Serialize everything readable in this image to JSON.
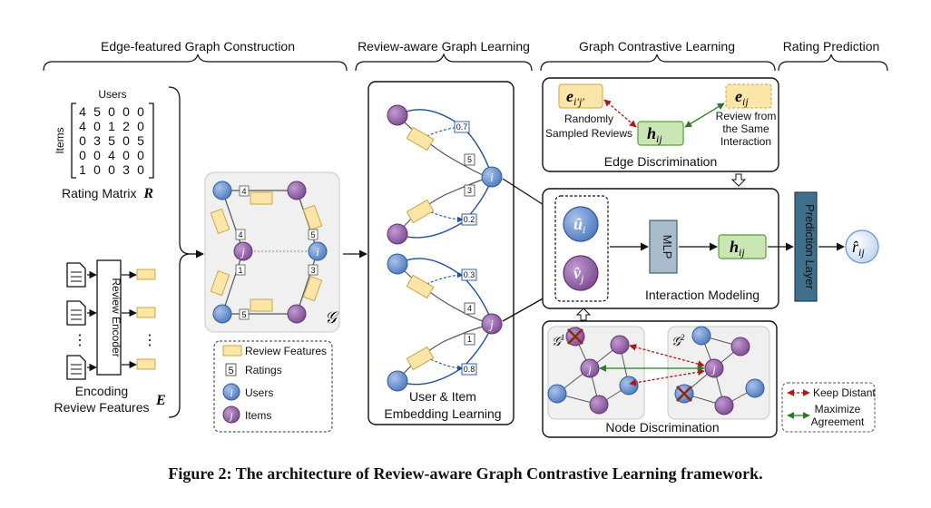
{
  "sections": {
    "construction": "Edge-featured Graph Construction",
    "graph_learning": "Review-aware Graph Learning",
    "contrastive": "Graph Contrastive Learning",
    "rating": "Rating Prediction"
  },
  "rating_matrix": {
    "users_label": "Users",
    "items_label": "Items",
    "rows": [
      [
        "4",
        "5",
        "0",
        "0",
        "0"
      ],
      [
        "4",
        "0",
        "1",
        "2",
        "0"
      ],
      [
        "0",
        "3",
        "5",
        "0",
        "5"
      ],
      [
        "0",
        "0",
        "4",
        "0",
        "0"
      ],
      [
        "1",
        "0",
        "0",
        "3",
        "0"
      ]
    ],
    "caption_text": "Rating Matrix",
    "caption_symbol": "R"
  },
  "encoder": {
    "label": "Review Encoder",
    "dots": "⋮",
    "caption_line1": "Encoding",
    "caption_line2": "Review Features",
    "caption_symbol": "E"
  },
  "graph": {
    "symbol": "𝒢",
    "node_i": "i",
    "node_j": "j",
    "ratings": [
      "4",
      "4",
      "1",
      "5",
      "5",
      "3"
    ]
  },
  "legend1": {
    "review_features": "Review Features",
    "ratings_sample": "5",
    "ratings": "Ratings",
    "users_symbol": "i",
    "users": "Users",
    "items_symbol": "j",
    "items": "Items"
  },
  "embedding": {
    "weights_top": [
      "0.7",
      "5",
      "3",
      "0.2"
    ],
    "weights_bottom": [
      "0.3",
      "4",
      "1",
      "0.8"
    ],
    "node_i": "i",
    "node_j": "j",
    "caption_line1": "User & Item",
    "caption_line2": "Embedding Learning"
  },
  "edge_discrimination": {
    "e_neg": "e",
    "e_neg_sub": "i′j′",
    "e_pos": "e",
    "e_pos_sub": "ij",
    "h": "h",
    "h_sub": "ij",
    "neg_line1": "Randomly",
    "neg_line2": "Sampled Reviews",
    "pos_line1": "Review from",
    "pos_line2": "the Same",
    "pos_line3": "Interaction",
    "title": "Edge Discrimination"
  },
  "interaction": {
    "u_hat": "û",
    "u_sub": "i",
    "v_hat": "v̂",
    "v_sub": "j",
    "mlp": "MLP",
    "h": "h",
    "h_sub": "ij",
    "title": "Interaction Modeling"
  },
  "prediction": {
    "layer": "Prediction Layer",
    "r_hat": "r̂",
    "r_sub": "ij"
  },
  "node_discrimination": {
    "g1": "𝒢",
    "g1_sup": "1",
    "g2": "𝒢",
    "g2_sup": "2",
    "node_j": "j",
    "title": "Node Discrimination"
  },
  "legend2": {
    "keep_distant": "Keep Distant",
    "maximize_line1": "Maximize",
    "maximize_line2": "Agreement"
  },
  "caption": "Figure 2: The architecture of Review-aware Graph Contrastive Learning framework.",
  "colors": {
    "user": "#5b86c9",
    "item": "#8e5ea2",
    "review": "#fbe6a8",
    "h_box": "#c9e6b4",
    "prediction": "#3f6f8a",
    "neg_arrow": "#b01818",
    "pos_arrow": "#2a7a22"
  }
}
